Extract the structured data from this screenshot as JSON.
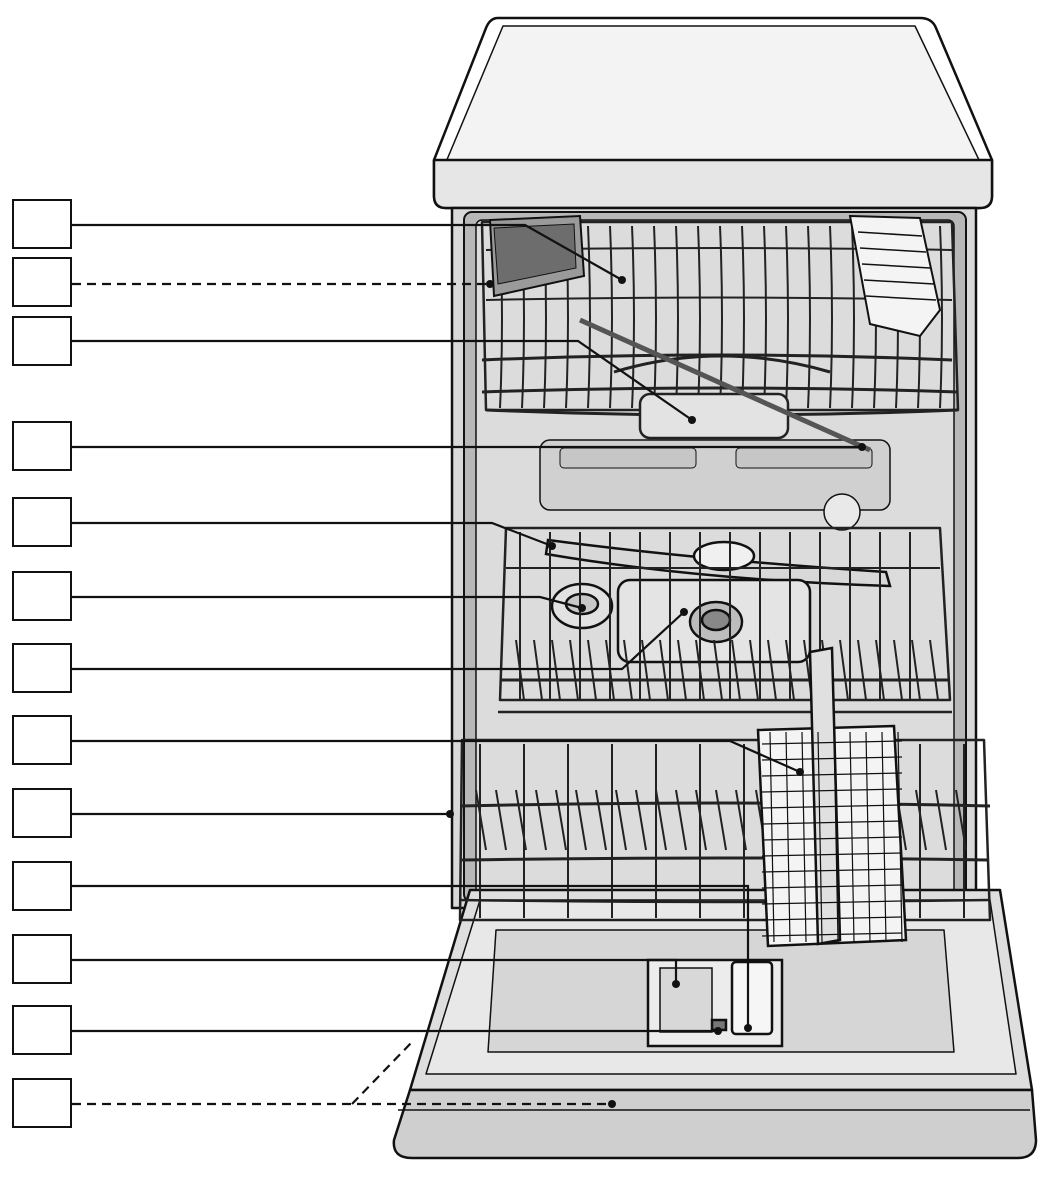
{
  "diagram": {
    "subject": "dishwasher-interior",
    "line_color": "#111111",
    "panel_fill": "#e6e6e6",
    "shade_fill": "#cfcfcf",
    "dark_fill": "#8a8a8a",
    "callouts": [
      {
        "id": "c1",
        "text": "",
        "style": "solid"
      },
      {
        "id": "c2",
        "text": "",
        "style": "dashed"
      },
      {
        "id": "c3",
        "text": "",
        "style": "solid"
      },
      {
        "id": "c4",
        "text": "",
        "style": "solid"
      },
      {
        "id": "c5",
        "text": "",
        "style": "solid"
      },
      {
        "id": "c6",
        "text": "",
        "style": "solid"
      },
      {
        "id": "c7",
        "text": "",
        "style": "solid"
      },
      {
        "id": "c8",
        "text": "",
        "style": "solid"
      },
      {
        "id": "c9",
        "text": "",
        "style": "solid"
      },
      {
        "id": "c10",
        "text": "",
        "style": "solid"
      },
      {
        "id": "c11",
        "text": "",
        "style": "solid"
      },
      {
        "id": "c12",
        "text": "",
        "style": "solid"
      },
      {
        "id": "c13",
        "text": "",
        "style": "dashed"
      }
    ]
  }
}
